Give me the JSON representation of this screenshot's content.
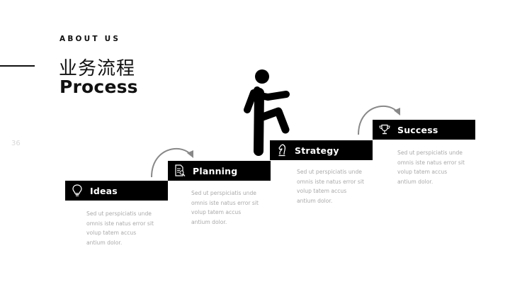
{
  "header": {
    "eyebrow": "ABOUT US",
    "title_cn": "业务流程",
    "title_en": "Process"
  },
  "page_number": "36",
  "steps": [
    {
      "label": "Ideas",
      "icon": "lightbulb-icon",
      "description": [
        "Sed ut perspiciatis unde",
        "omnis iste natus error sit",
        "volup tatem accus",
        "antium dolor."
      ]
    },
    {
      "label": "Planning",
      "icon": "document-search-icon",
      "description": [
        "Sed ut perspiciatis unde",
        "omnis iste natus error sit",
        "volup tatem accus",
        "antium dolor."
      ]
    },
    {
      "label": "Strategy",
      "icon": "chess-knight-icon",
      "description": [
        "Sed ut perspiciatis unde",
        "omnis iste natus error sit",
        "volup tatem accus",
        "antium dolor."
      ]
    },
    {
      "label": "Success",
      "icon": "trophy-icon",
      "description": [
        "Sed ut perspiciatis unde",
        "omnis iste natus error sit",
        "volup tatem accus",
        "antium dolor."
      ]
    }
  ],
  "colors": {
    "bar": "#000000",
    "bar_text": "#ffffff",
    "description_text": "#a9a9a9",
    "arrow": "#888888"
  }
}
